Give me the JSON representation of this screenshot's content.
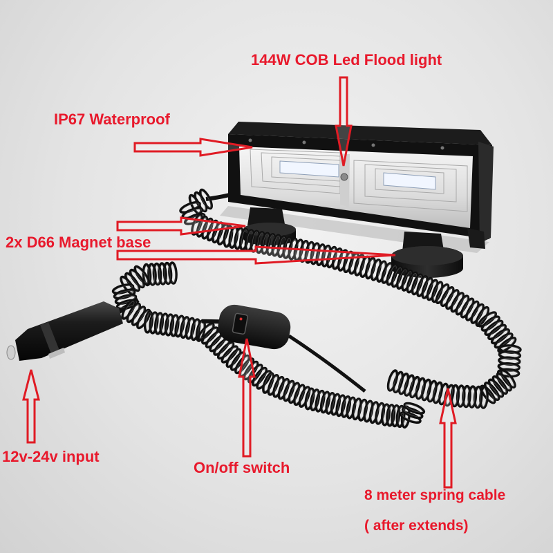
{
  "labels": {
    "flood_light": "144W COB Led Flood light",
    "waterproof": "IP67 Waterproof",
    "magnet_base": "2x D66 Magnet base",
    "input": "12v-24v input",
    "switch": "On/off switch",
    "cable": "8 meter spring cable",
    "cable_note": "( after extends)"
  },
  "colors": {
    "label": "#e8192c",
    "arrow": "#e01b24",
    "background": "#e4e4e4",
    "housing": "#111111"
  },
  "icons": {
    "product": "led-flood-light-icon",
    "arrows": "outline-arrow-icon"
  }
}
